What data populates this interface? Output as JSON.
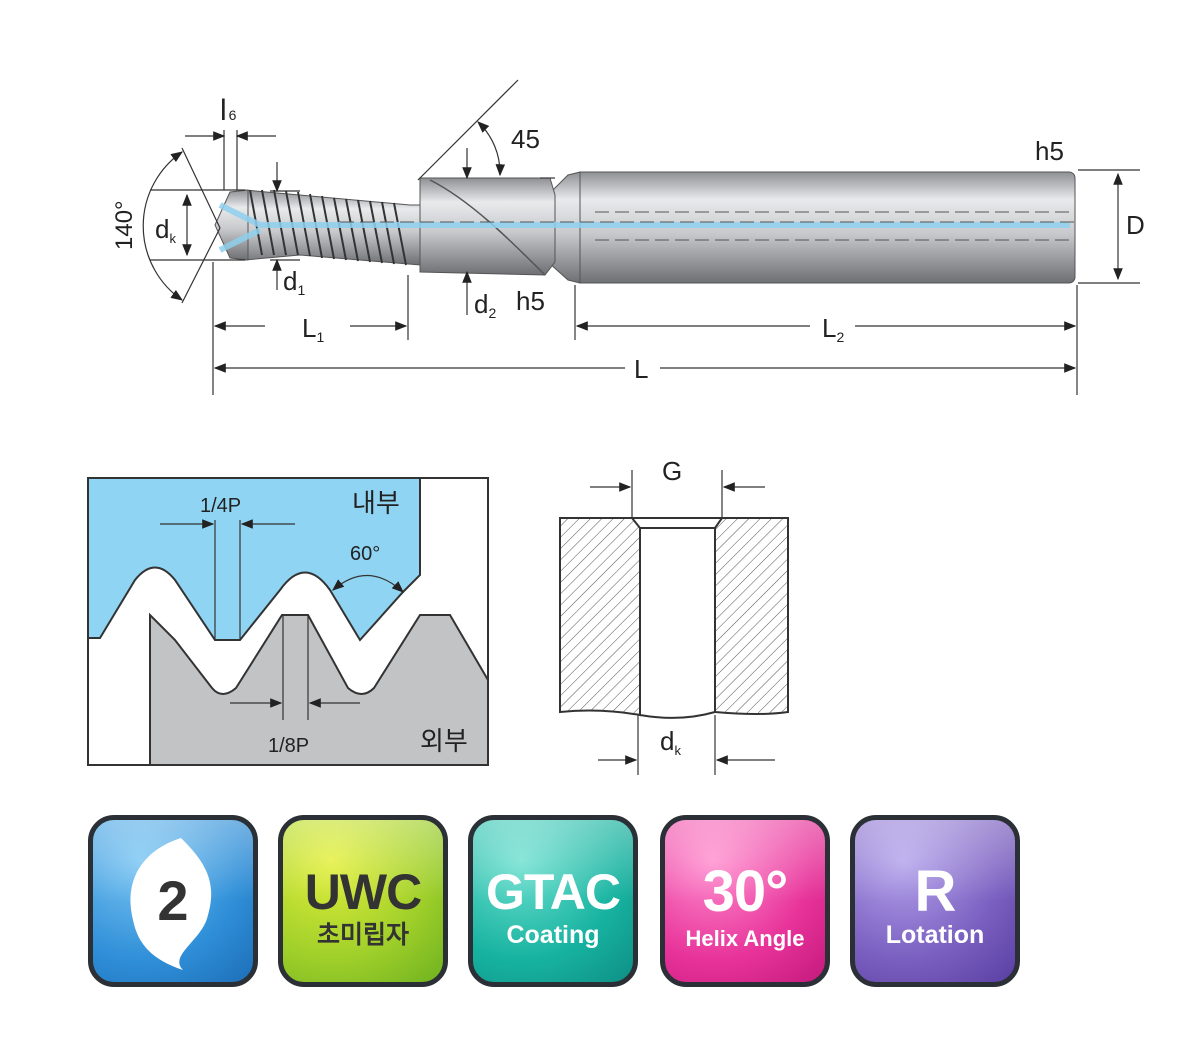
{
  "tool_drawing": {
    "labels": {
      "l6": "l",
      "l6_sub": "6",
      "angle_tip": "140°",
      "dk": "d",
      "dk_sub": "k",
      "d1": "d",
      "d1_sub": "1",
      "d2": "d",
      "d2_sub": "2",
      "d2_tol": "h5",
      "angle_chamfer": "45",
      "shank_tol": "h5",
      "D": "D",
      "L1": "L",
      "L1_sub": "1",
      "L2": "L",
      "L2_sub": "2",
      "L": "L"
    }
  },
  "thread_profile": {
    "quarter_pitch": "1/4P",
    "inner": "내부",
    "angle": "60°",
    "eighth_pitch": "1/8P",
    "outer": "외부"
  },
  "hole_section": {
    "G": "G",
    "dk": "d",
    "dk_sub": "k"
  },
  "badges": [
    {
      "big": "2",
      "small": "",
      "color": "#2f8fd8"
    },
    {
      "big": "UWC",
      "small": "초미립자",
      "color": "#9fcf2a"
    },
    {
      "big": "GTAC",
      "small": "Coating",
      "color": "#17b3a0"
    },
    {
      "big": "30°",
      "small": "Helix Angle",
      "color": "#e8339a"
    },
    {
      "big": "R",
      "small": "Lotation",
      "color": "#7a5fc0"
    }
  ]
}
